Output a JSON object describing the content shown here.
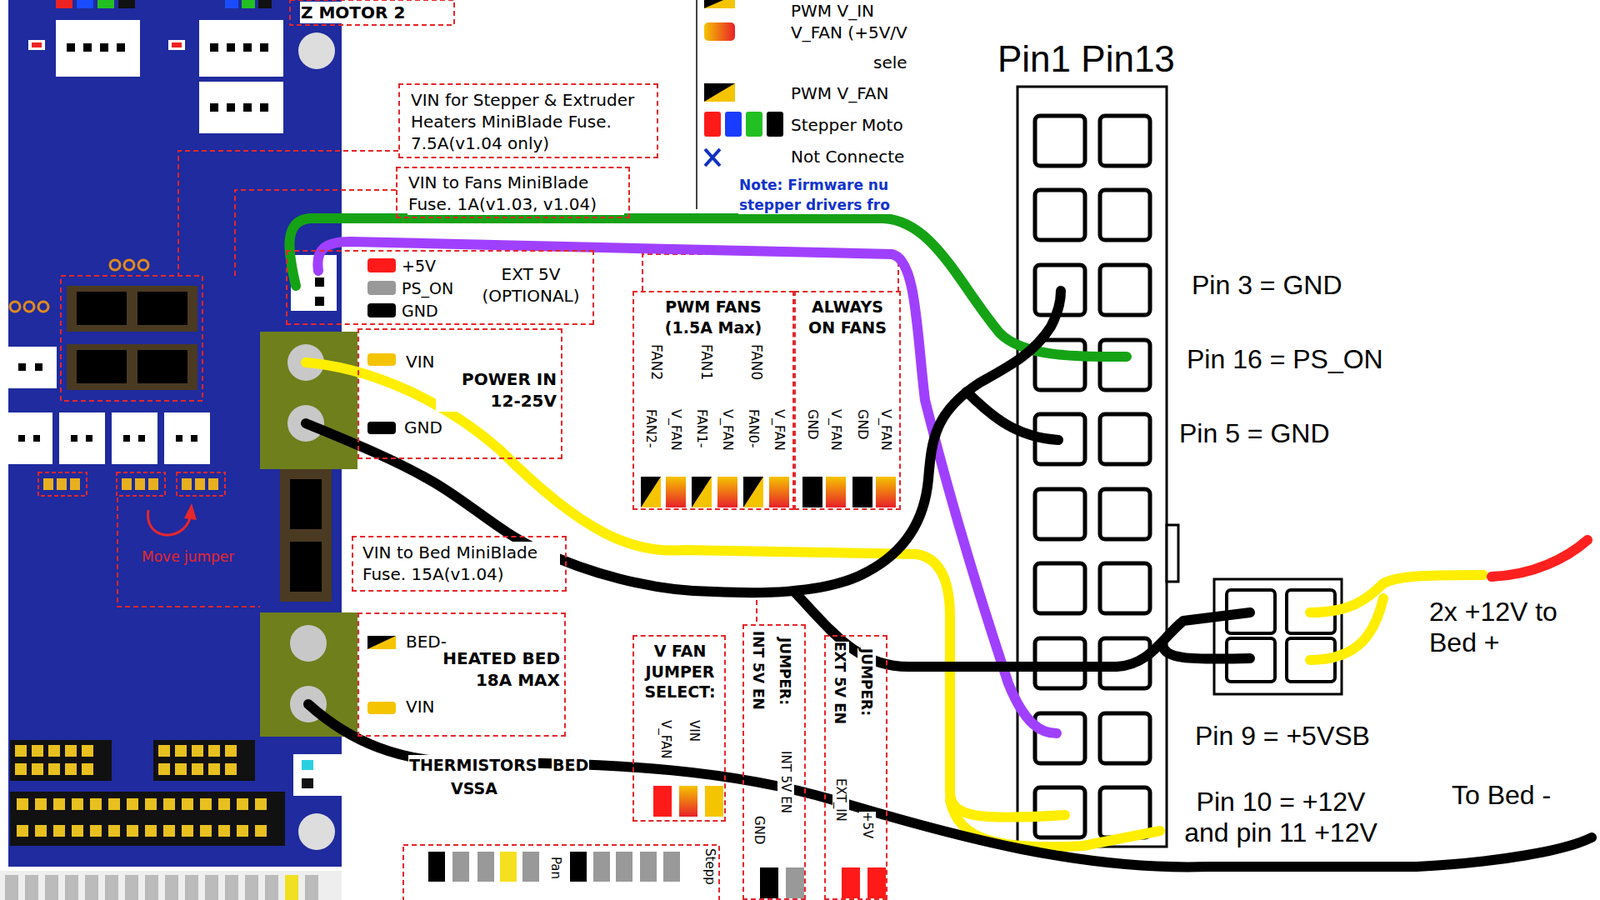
{
  "diagram": {
    "nodes": [
      {
        "text": [
          "VIN for Stepper & Extruder Heaters MiniBlade Fuse. 7.5A(v1.04 only)"
        ]
      },
      {
        "text": [
          "VIN to Fans MiniBlade Fuse. 1A(v1.03, v1.04)"
        ]
      },
      {
        "text": [
          "+5V",
          "PS_ON",
          "GND",
          "EXT 5V (OPTIONAL)"
        ]
      },
      {
        "text": [
          "VIN",
          "POWER IN 12-25V",
          "GND"
        ]
      },
      {
        "text": [
          "PWM FANS (1.5A Max)",
          "FAN2",
          "FAN1",
          "FAN0",
          "FAN2-",
          "V_FAN",
          "FAN1-",
          "V_FAN",
          "FAN0-",
          "V_FAN"
        ]
      },
      {
        "text": [
          "ALWAYS ON FANS",
          "GND",
          "V_FAN",
          "GND",
          "V_FAN"
        ]
      },
      {
        "text": [
          "VIN to Bed MiniBlade Fuse. 15A(v1.04)"
        ]
      },
      {
        "text": [
          "BED-",
          "HEATED BED 18A MAX",
          "VIN"
        ]
      },
      {
        "text": [
          "V FAN JUMPER SELECT:",
          "V_FAN",
          "VIN"
        ]
      },
      {
        "text": [
          "INT 5V EN",
          "JUMPER:",
          "INT 5V EN",
          "GND"
        ]
      },
      {
        "text": [
          "EXT 5V EN",
          "JUMPER:",
          "EXT_IN",
          "+5V"
        ]
      }
    ],
    "labels": [
      "Z MOTOR 2",
      "Move jumper",
      "THERMISTORS",
      "VSSA",
      "BED",
      "sele",
      "Note: Firmware nu",
      "stepper drivers fro",
      "Pan",
      "Stepp",
      "Pin1 Pin13",
      "Pin 3 = GND",
      "Pin 16 = PS_ON",
      "Pin 5 = GND",
      "Pin 9 = +5VSB",
      "Pin 10 = +12V and pin 11 +12V",
      "2x +12V to Bed +",
      "To Bed -"
    ],
    "legend": [
      {
        "text": "PWM V_IN"
      },
      {
        "text": "V_FAN (+5V/V"
      },
      {
        "text": "PWM V_FAN"
      },
      {
        "text": "Stepper Moto"
      },
      {
        "text": "Not Connecte"
      }
    ]
  }
}
